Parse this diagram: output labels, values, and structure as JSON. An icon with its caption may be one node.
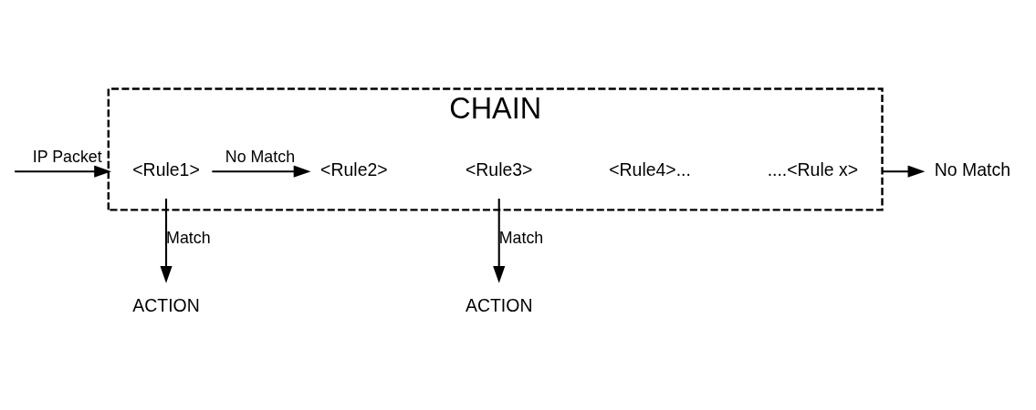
{
  "diagram": {
    "nodes": [
      {
        "text": [
          "CHAIN"
        ]
      },
      {
        "text": [
          "<Rule1>"
        ],
        "in": 0
      },
      {
        "text": [
          "<Rule2>"
        ],
        "in": 0
      },
      {
        "text": [
          "<Rule3>"
        ],
        "in": 0
      },
      {
        "text": [
          "<Rule4>..."
        ],
        "in": 0
      },
      {
        "text": [
          "....<Rule x>"
        ],
        "in": 0
      },
      {
        "text": [
          "ACTION"
        ]
      },
      {
        "text": [
          "ACTION"
        ]
      },
      {
        "text": [
          "No Match"
        ]
      }
    ],
    "edges": [
      {
        "from": null,
        "to": 0,
        "arrow": "to",
        "label": "IP Packet"
      },
      {
        "from": 1,
        "to": 2,
        "arrow": "to",
        "label": "No Match"
      },
      {
        "from": 1,
        "to": 6,
        "arrow": "to",
        "label": "Match"
      },
      {
        "from": 3,
        "to": 7,
        "arrow": "to",
        "label": "Match"
      },
      {
        "from": 0,
        "to": 8,
        "arrow": "to"
      }
    ]
  }
}
